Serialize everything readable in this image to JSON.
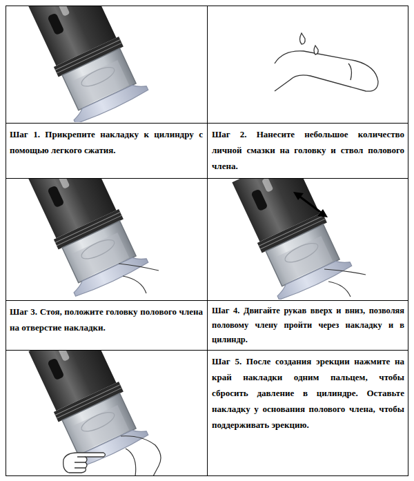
{
  "diagram": {
    "labels": [
      "Шаг 1. Прикрепите накладку к цилиндру с помощью легкого сжатия.",
      "Шаг 2. Нанесите небольшое количество личной смазки на головку и ствол полового члена.",
      "Шаг 3. Стоя, положите головку полового члена на отверстие накладки.",
      "Шаг 4. Двигайте рукав вверх и вниз, позволяя половому члену пройти через накладку и в цилиндр.",
      "Шаг 5. После создания эрекции нажмите на край накладки одним пальцем, чтобы сбросить давление в цилиндре. Оставьте накладку у основания полового члена, чтобы поддерживать эрекцию."
    ]
  }
}
